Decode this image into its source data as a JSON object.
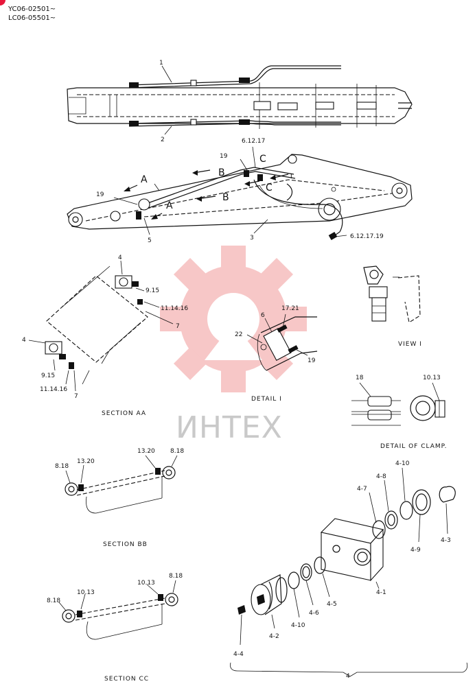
{
  "header": {
    "serial_line_1": "YC06-02501~",
    "serial_line_2": "LC06-05501~"
  },
  "watermark": {
    "text": "ИНТЕХ",
    "logo_color": "#f29a9a"
  },
  "accent_color": "#e8183c",
  "callouts": {
    "top_hose_1": "1",
    "top_hose_2": "2",
    "arm_19_top": "19",
    "arm_61217": "6.12.17",
    "arrow_a1": "A",
    "arrow_a2": "A",
    "arrow_b1": "B",
    "arrow_b2": "B",
    "arrow_c1": "C",
    "arrow_c2": "C",
    "view_i_marker": "I",
    "arm_19_left": "19",
    "arm_5": "5",
    "arm_3": "3",
    "arm_6121719": "6.12.17.19",
    "aa_4_top": "4",
    "aa_915_top": "9.15",
    "aa_111416_top": "11.14.16",
    "aa_7_top": "7",
    "aa_4_left": "4",
    "aa_915_bottom": "9.15",
    "aa_111416_bottom": "11.14.16",
    "aa_7_bottom": "7",
    "d_6": "6",
    "d_1721": "17.21",
    "d_22": "22",
    "d_19": "19",
    "clamp_18": "18",
    "clamp_1013": "10.13",
    "bb_818_left": "8.18",
    "bb_1320_left": "13.20",
    "bb_1320_right": "13.20",
    "bb_818_right": "8.18",
    "cc_818_left": "8.18",
    "cc_1013_left": "10.13",
    "cc_1013_right": "10.13",
    "cc_818_right": "8.18",
    "p4_10_top": "4-10",
    "p4_8": "4-8",
    "p4_7": "4-7",
    "p4_9": "4-9",
    "p4_3": "4-3",
    "p4_1": "4-1",
    "p4_5": "4-5",
    "p4_6": "4-6",
    "p4_10_bottom": "4-10",
    "p4_2": "4-2",
    "p4_4": "4-4",
    "p4_group": "4"
  },
  "captions": {
    "section_aa": "SECTION AA",
    "view_i": "VIEW I",
    "detail_i": "DETAIL I",
    "detail_clamp": "DETAIL OF CLAMP.",
    "section_bb": "SECTION BB",
    "section_cc": "SECTION CC"
  }
}
